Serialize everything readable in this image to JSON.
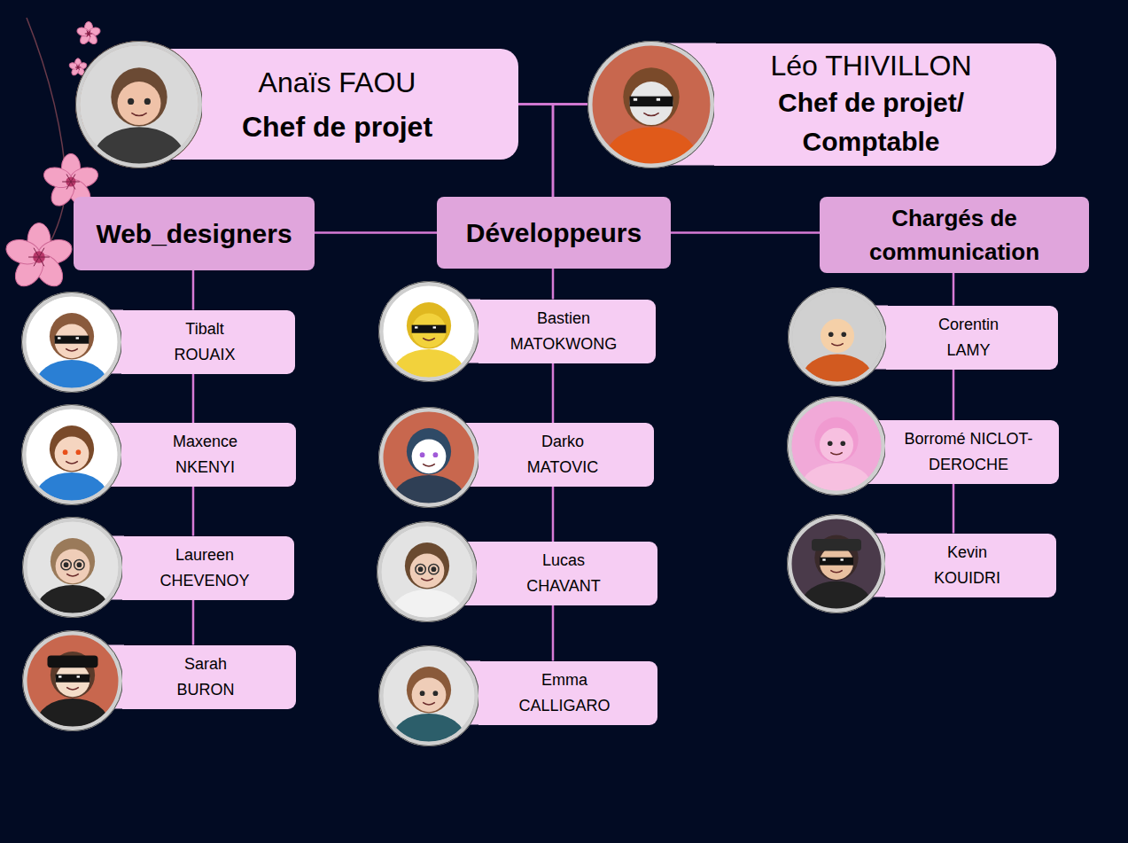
{
  "diagram": {
    "nodes": [
      {
        "text": [
          "Anaïs FAOU",
          "Chef de projet"
        ]
      },
      {
        "text": [
          "Léo THIVILLON",
          "Chef de projet/ Comptable"
        ]
      },
      {
        "text": [
          "Web_designers"
        ]
      },
      {
        "text": [
          "Développeurs"
        ]
      },
      {
        "text": [
          "Chargés de communication"
        ]
      },
      {
        "text": [
          "Tibalt ROUAIX"
        ]
      },
      {
        "text": [
          "Maxence NKENYI"
        ]
      },
      {
        "text": [
          "Laureen CHEVENOY"
        ]
      },
      {
        "text": [
          "Sarah BURON"
        ]
      },
      {
        "text": [
          "Bastien MATOKWONG"
        ]
      },
      {
        "text": [
          "Darko MATOVIC"
        ]
      },
      {
        "text": [
          "Lucas CHAVANT"
        ]
      },
      {
        "text": [
          "Emma CALLIGARO"
        ]
      },
      {
        "text": [
          "Corentin LAMY"
        ]
      },
      {
        "text": [
          "Borromé NICLOT-DEROCHE"
        ]
      },
      {
        "text": [
          "Kevin KOUIDRI"
        ]
      }
    ],
    "edges": [
      {
        "from": 0,
        "to": 1,
        "arrow": "none"
      },
      {
        "from": 0,
        "to": 3,
        "arrow": "none"
      },
      {
        "from": 1,
        "to": 3,
        "arrow": "none"
      },
      {
        "from": 3,
        "to": 2,
        "arrow": "none"
      },
      {
        "from": 3,
        "to": 4,
        "arrow": "none"
      },
      {
        "from": 2,
        "to": 5,
        "arrow": "none"
      },
      {
        "from": 5,
        "to": 6,
        "arrow": "none"
      },
      {
        "from": 6,
        "to": 7,
        "arrow": "none"
      },
      {
        "from": 7,
        "to": 8,
        "arrow": "none"
      },
      {
        "from": 3,
        "to": 9,
        "arrow": "none"
      },
      {
        "from": 9,
        "to": 10,
        "arrow": "none"
      },
      {
        "from": 10,
        "to": 11,
        "arrow": "none"
      },
      {
        "from": 11,
        "to": 12,
        "arrow": "none"
      },
      {
        "from": 4,
        "to": 13,
        "arrow": "none"
      },
      {
        "from": 13,
        "to": 14,
        "arrow": "none"
      },
      {
        "from": 14,
        "to": 15,
        "arrow": "none"
      }
    ]
  }
}
